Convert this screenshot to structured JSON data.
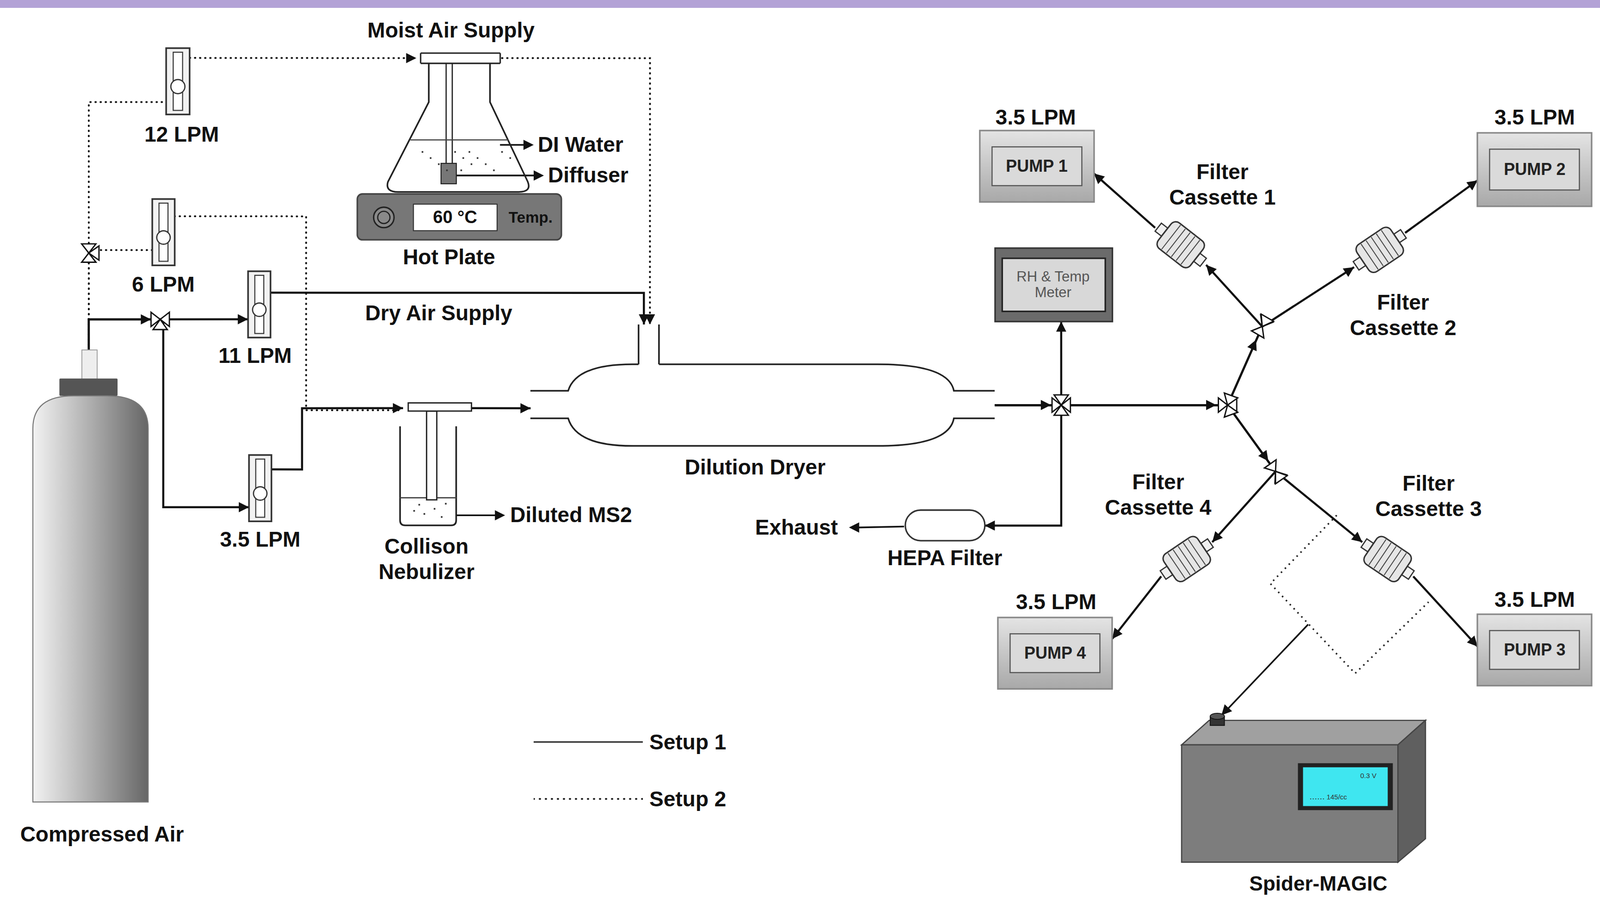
{
  "diagram": {
    "nodes": [
      {
        "text": [
          "Compressed Air"
        ]
      },
      {
        "text": [
          "12 LPM"
        ]
      },
      {
        "text": [
          "6 LPM"
        ]
      },
      {
        "text": [
          "11 LPM"
        ]
      },
      {
        "text": [
          "3.5 LPM"
        ]
      },
      {
        "text": [
          "Moist Air Supply"
        ]
      },
      {
        "text": [
          "60 °C",
          "Temp.",
          "Hot Plate"
        ]
      },
      {
        "text": [
          "Collison Nebulizer"
        ]
      },
      {
        "text": [
          "Dilution Dryer"
        ]
      },
      {
        "text": [
          "RH & Temp Meter"
        ]
      },
      {
        "text": [
          "HEPA Filter"
        ]
      },
      {
        "text": [
          "Filter Cassette 1"
        ]
      },
      {
        "text": [
          "Filter Cassette 2"
        ]
      },
      {
        "text": [
          "Filter Cassette 4"
        ]
      },
      {
        "text": [
          "Filter Cassette 3"
        ]
      },
      {
        "text": [
          "3.5 LPM",
          "PUMP 1"
        ]
      },
      {
        "text": [
          "3.5 LPM",
          "PUMP 2"
        ]
      },
      {
        "text": [
          "3.5 LPM",
          "PUMP 4"
        ]
      },
      {
        "text": [
          "3.5 LPM",
          "PUMP 3"
        ]
      },
      {
        "text": [
          "Spider-MAGIC"
        ]
      }
    ],
    "edges": [
      {
        "from": 0,
        "to": 3,
        "arrow": "to"
      },
      {
        "from": 0,
        "to": 4,
        "arrow": "to"
      },
      {
        "from": 0,
        "to": 1,
        "arrow": "none"
      },
      {
        "from": 0,
        "to": 2,
        "arrow": "none"
      },
      {
        "from": 1,
        "to": 5,
        "arrow": "to"
      },
      {
        "from": 5,
        "to": 8,
        "arrow": "to"
      },
      {
        "from": 3,
        "to": 8,
        "label": "Dry Air Supply",
        "arrow": "to"
      },
      {
        "from": 2,
        "to": 7,
        "arrow": "none"
      },
      {
        "from": 4,
        "to": 7,
        "arrow": "to"
      },
      {
        "from": 7,
        "to": 8,
        "arrow": "to"
      },
      {
        "from": 8,
        "to": 9,
        "arrow": "to"
      },
      {
        "from": 8,
        "to": 10,
        "arrow": "to"
      },
      {
        "from": 8,
        "to": 11,
        "arrow": "to"
      },
      {
        "from": 8,
        "to": 12,
        "arrow": "to"
      },
      {
        "from": 8,
        "to": 13,
        "arrow": "to"
      },
      {
        "from": 8,
        "to": 14,
        "arrow": "to"
      },
      {
        "from": 11,
        "to": 15,
        "arrow": "to"
      },
      {
        "from": 12,
        "to": 16,
        "arrow": "to"
      },
      {
        "from": 13,
        "to": 17,
        "arrow": "to"
      },
      {
        "from": 14,
        "to": 18,
        "arrow": "to"
      }
    ],
    "labels": [
      "DI Water",
      "Diffuser",
      "Diluted MS2",
      "Exhaust",
      "0.3 V",
      "145/cc"
    ],
    "legend": [
      {
        "text": "Setup 1"
      },
      {
        "text": "Setup 2"
      }
    ]
  }
}
